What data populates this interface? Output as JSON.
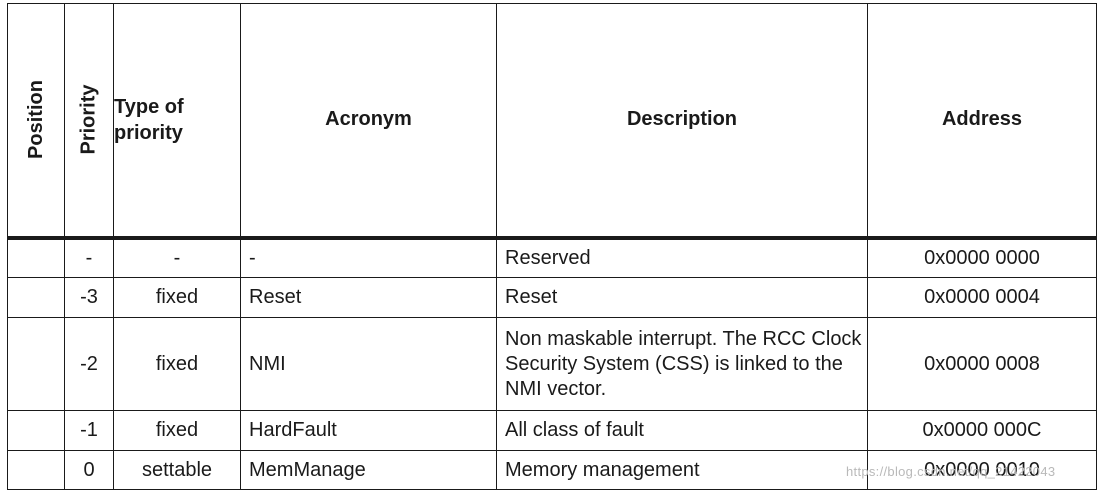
{
  "headers": {
    "position": "Position",
    "priority": "Priority",
    "type_line1": "Type of",
    "type_line2": "priority",
    "acronym": "Acronym",
    "description": "Description",
    "address": "Address"
  },
  "rows": [
    {
      "position": "",
      "priority": "-",
      "type": "-",
      "acronym": "-",
      "description": "Reserved",
      "address": "0x0000 0000"
    },
    {
      "position": "",
      "priority": "-3",
      "type": "fixed",
      "acronym": "Reset",
      "description": "Reset",
      "address": "0x0000 0004"
    },
    {
      "position": "",
      "priority": "-2",
      "type": "fixed",
      "acronym": "NMI",
      "description": "Non maskable interrupt. The RCC Clock Security System (CSS) is linked to the NMI vector.",
      "address": "0x0000 0008"
    },
    {
      "position": "",
      "priority": "-1",
      "type": "fixed",
      "acronym": "HardFault",
      "description": "All class of fault",
      "address": "0x0000 000C"
    },
    {
      "position": "",
      "priority": "0",
      "type": "settable",
      "acronym": "MemManage",
      "description": "Memory management",
      "address": "0x0000 0010"
    }
  ],
  "watermark": "https://blog.csdn.net/qq_21422043"
}
